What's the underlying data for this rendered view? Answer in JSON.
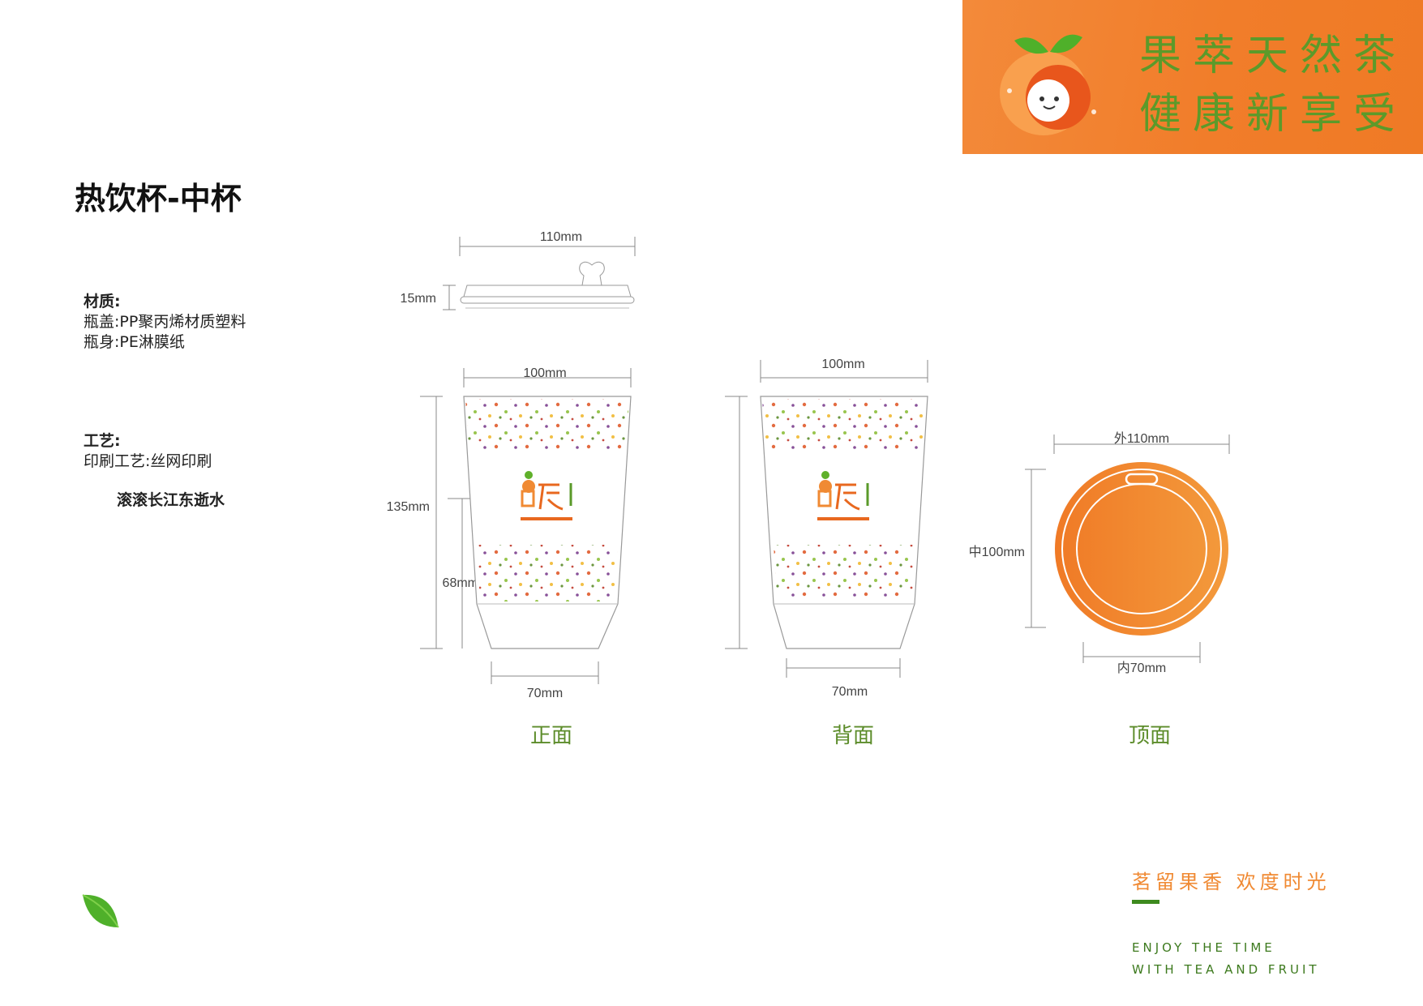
{
  "banner": {
    "slogan_line1": "果萃天然茶",
    "slogan_line2": "健康新享受",
    "colors": {
      "background": "#f17d2a",
      "slogan": "#5c9a2a"
    },
    "logo_icon": "fruit-mascot-icon"
  },
  "title": "热饮杯-中杯",
  "material": {
    "heading": "材质:",
    "lid": "瓶盖:PP聚丙烯材质塑料",
    "body": "瓶身:PE淋膜纸"
  },
  "process": {
    "heading": "工艺:",
    "printing": "印刷工艺:丝网印刷"
  },
  "quote": "滚滚长江东逝水",
  "lid_view": {
    "width": "110mm",
    "height": "15mm"
  },
  "front_view": {
    "label": "正面",
    "top_width": "100mm",
    "height": "135mm",
    "sleeve_height": "68mm",
    "bottom_width": "70mm"
  },
  "back_view": {
    "label": "背面",
    "top_width": "100mm",
    "bottom_width": "70mm"
  },
  "top_view": {
    "label": "顶面",
    "outer": "外110mm",
    "middle": "中100mm",
    "inner": "内70mm",
    "color": "#f28a33"
  },
  "footer": {
    "tagline": "茗留果香 欢度时光",
    "english_line1": "ENJOY THE TIME",
    "english_line2": "WITH TEA AND FRUIT",
    "colors": {
      "tagline": "#f08a33",
      "english": "#3d7a1e",
      "bar": "#3d8a1e"
    },
    "leaf_icon": "green-leaf-icon"
  }
}
